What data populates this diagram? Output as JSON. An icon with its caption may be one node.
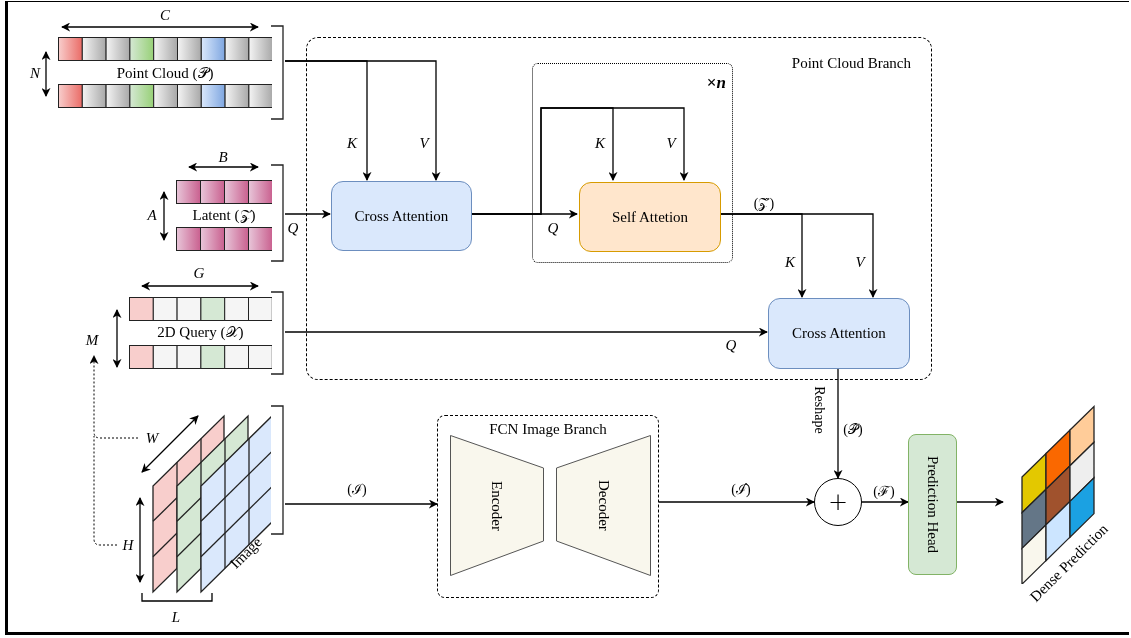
{
  "diagram": {
    "nodes": [
      {
        "text": [
          "Point Cloud Branch"
        ]
      },
      {
        "text": [
          "×*n*"
        ],
        "in": 0
      },
      {
        "text": [
          "Point Cloud (𝒫)"
        ]
      },
      {
        "text": [
          "Latent (𝒵)"
        ]
      },
      {
        "text": [
          "2D Query (𝒳)"
        ]
      },
      {
        "text": [
          "Cross Attention"
        ],
        "in": 0
      },
      {
        "text": [
          "Self Attetion"
        ],
        "in": 1
      },
      {
        "text": [
          "Cross Attention"
        ],
        "in": 0
      },
      {
        "text": [
          "Image"
        ]
      },
      {
        "text": [
          "FCN Image Branch"
        ]
      },
      {
        "text": [
          "Encoder"
        ],
        "in": 9
      },
      {
        "text": [
          "Decoder"
        ],
        "in": 9
      },
      {
        "text": [
          "+"
        ]
      },
      {
        "text": [
          "Prediction Head"
        ]
      },
      {
        "text": [
          "Dense Prediction"
        ]
      }
    ],
    "edges": [
      {
        "from": 2,
        "to": 5,
        "arrow": "to",
        "label": "K"
      },
      {
        "from": 2,
        "to": 5,
        "arrow": "to",
        "label": "V"
      },
      {
        "from": 3,
        "to": 5,
        "arrow": "to",
        "label": "Q"
      },
      {
        "from": 5,
        "to": 6,
        "arrow": "to",
        "label": "Q"
      },
      {
        "from": 5,
        "to": 6,
        "arrow": "to",
        "label": "K"
      },
      {
        "from": 5,
        "to": 6,
        "arrow": "to",
        "label": "V"
      },
      {
        "from": 6,
        "to": 7,
        "arrow": "to",
        "label": "K"
      },
      {
        "from": 6,
        "to": 7,
        "arrow": "to",
        "label": "V"
      },
      {
        "from": 4,
        "to": 7,
        "arrow": "to",
        "label": "Q"
      },
      {
        "from": 7,
        "to": 12,
        "arrow": "to",
        "label": "Reshape"
      },
      {
        "from": 8,
        "to": 9,
        "arrow": "to",
        "label": "(ℐ)"
      },
      {
        "from": 9,
        "to": 12,
        "arrow": "to",
        "label": "(ℐ̂)"
      },
      {
        "from": 12,
        "to": 13,
        "arrow": "to",
        "label": "(ℱ)"
      },
      {
        "from": 13,
        "to": 14,
        "arrow": "to"
      }
    ],
    "labels": [
      "C",
      "N",
      "B",
      "A",
      "G",
      "M",
      "(𝒵̂)",
      "W",
      "(𝒫̂)",
      "H",
      "L"
    ]
  }
}
